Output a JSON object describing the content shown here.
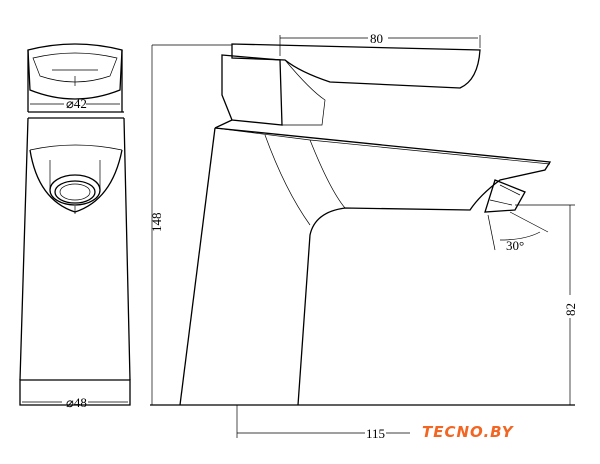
{
  "title": "Faucet technical drawing",
  "dimensions": {
    "front_top_diameter": "⌀42",
    "front_base_diameter": "⌀48",
    "handle_length": "80",
    "total_height": "148",
    "spout_angle": "30°",
    "spout_height": "82",
    "spout_reach": "115"
  },
  "logo": {
    "text": "TECNO.BY",
    "color": "#f26522"
  }
}
